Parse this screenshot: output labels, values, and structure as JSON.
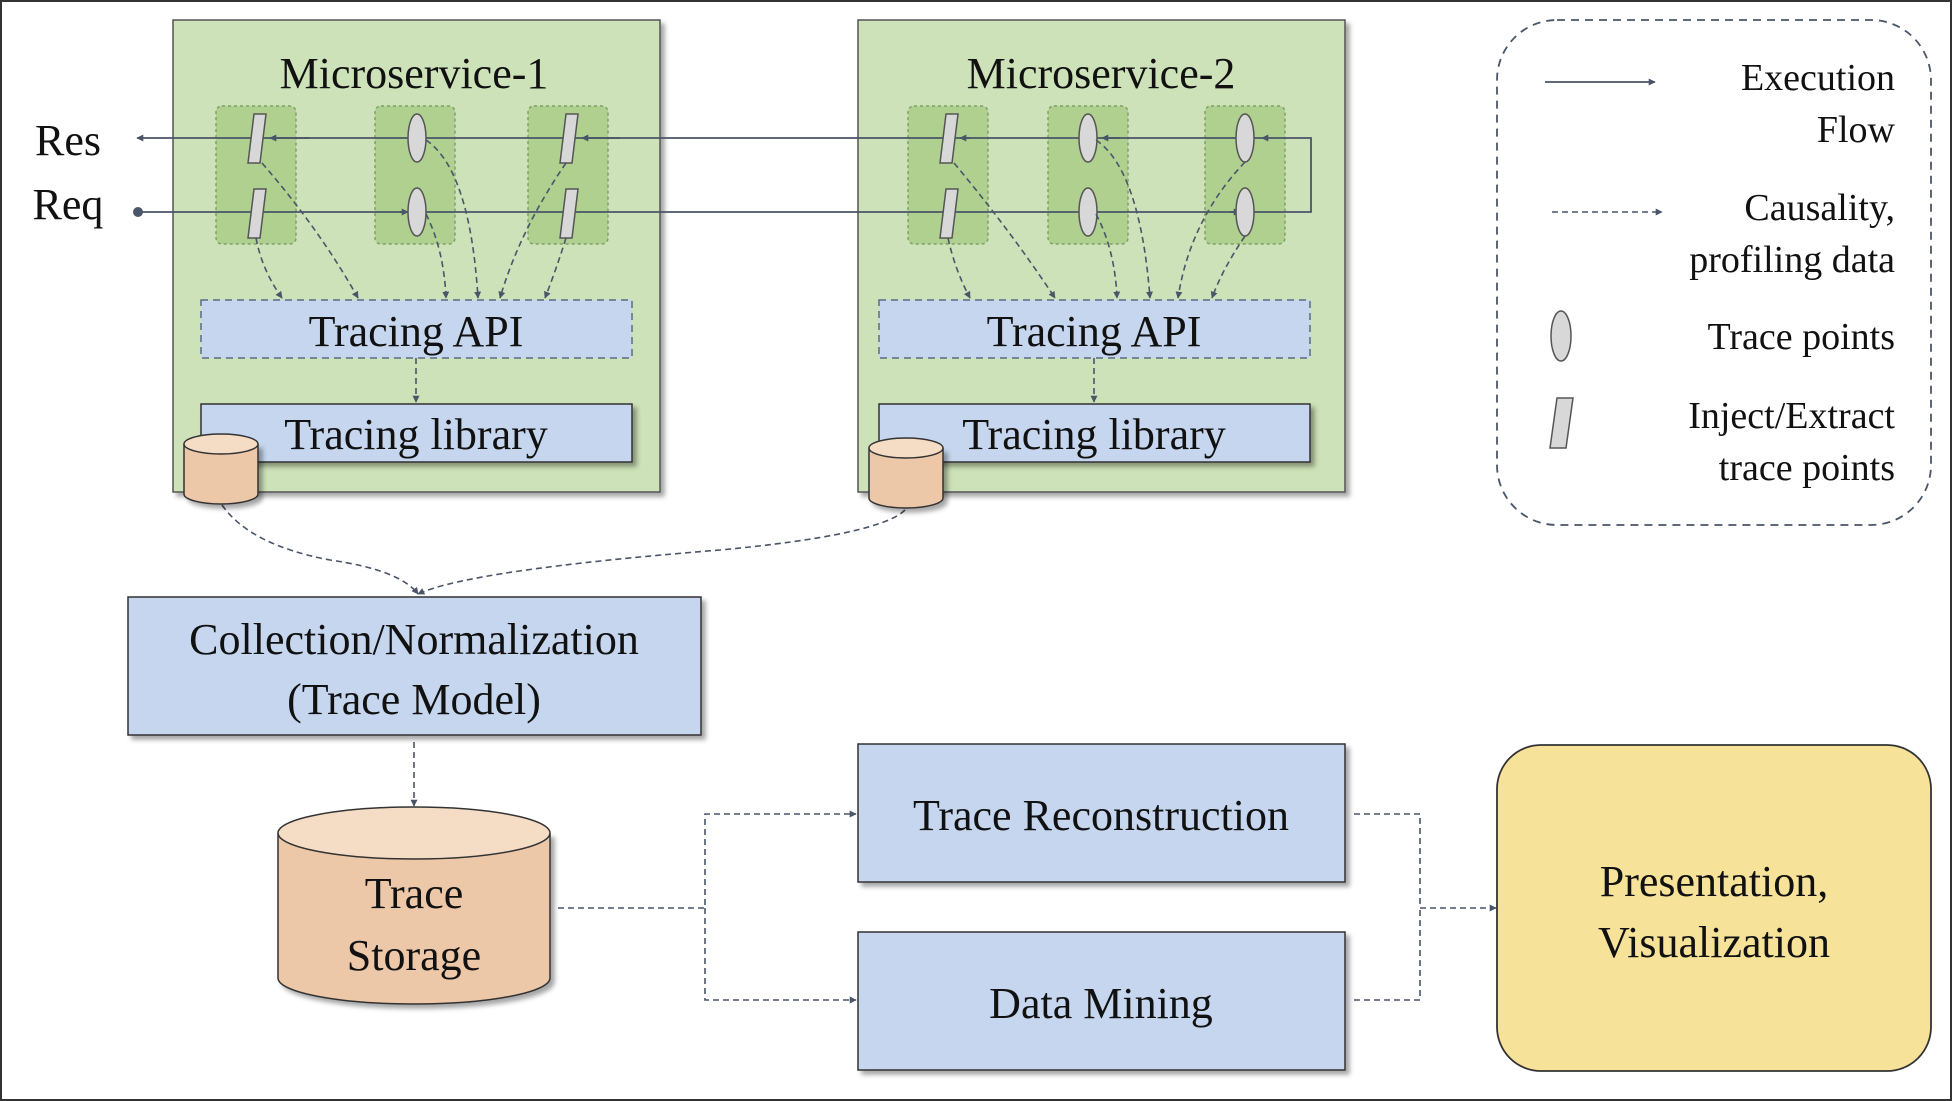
{
  "microservices": [
    {
      "title": "Microservice-1",
      "api": "Tracing API",
      "library": "Tracing library"
    },
    {
      "title": "Microservice-2",
      "api": "Tracing API",
      "library": "Tracing library"
    }
  ],
  "io": {
    "res": "Res",
    "req": "Req"
  },
  "collection": {
    "line1": "Collection/Normalization",
    "line2": "(Trace Model)"
  },
  "storage": {
    "line1": "Trace",
    "line2": "Storage"
  },
  "reconstruction": "Trace Reconstruction",
  "mining": "Data Mining",
  "presentation": {
    "line1": "Presentation,",
    "line2": "Visualization"
  },
  "legend": {
    "execution": {
      "line1": "Execution",
      "line2": "Flow"
    },
    "causality": {
      "line1": "Causality,",
      "line2": "profiling data"
    },
    "trace_points": "Trace points",
    "inject": {
      "line1": "Inject/Extract",
      "line2": "trace points"
    }
  },
  "colors": {
    "green_bg": "#cde2b8",
    "green_cell": "#afd08f",
    "blue_box": "#c5d6ee",
    "storage": "#ecc7a8",
    "presentation": "#f7e29a",
    "stroke": "#4a5568"
  }
}
